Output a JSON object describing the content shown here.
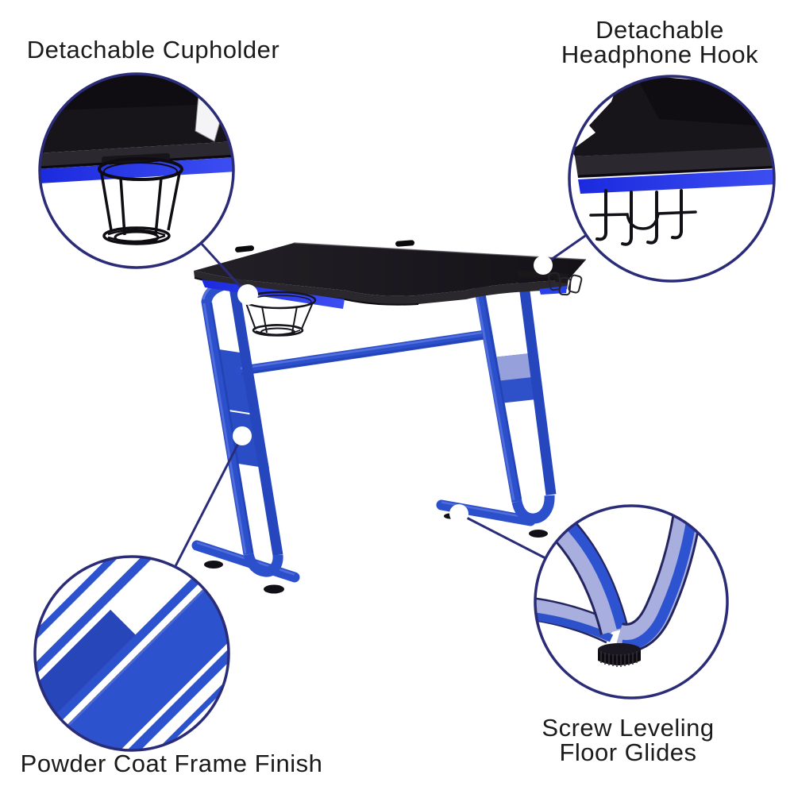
{
  "image": {
    "kind": "product-feature-callout-diagram",
    "background": "#ffffff",
    "subject": "Blue Z-frame gaming desk with black desktop"
  },
  "callouts": [
    {
      "id": "cupholder",
      "position": "top-left",
      "lines": [
        "Detachable Cupholder"
      ]
    },
    {
      "id": "headphone-hook",
      "position": "top-right",
      "lines": [
        "Detachable",
        "Headphone Hook"
      ]
    },
    {
      "id": "powder-coat",
      "position": "bottom-left",
      "lines": [
        "Powder Coat Frame Finish"
      ]
    },
    {
      "id": "floor-glides",
      "position": "bottom-right",
      "lines": [
        "Screw Leveling",
        "Floor Glides"
      ]
    }
  ],
  "colors": {
    "frame_blue": "#2c50cb",
    "frame_blue_dark": "#1c38a0",
    "frame_blue_panel_dark": "#2646ba",
    "glow_blue": "#2434e4",
    "lavender_highlight": "#a8aede",
    "navy_outline": "#2b2c78",
    "desk_black": "#17141a",
    "desk_edge": "#2a272d",
    "text": "#1b1b1b",
    "background": "#ffffff"
  }
}
